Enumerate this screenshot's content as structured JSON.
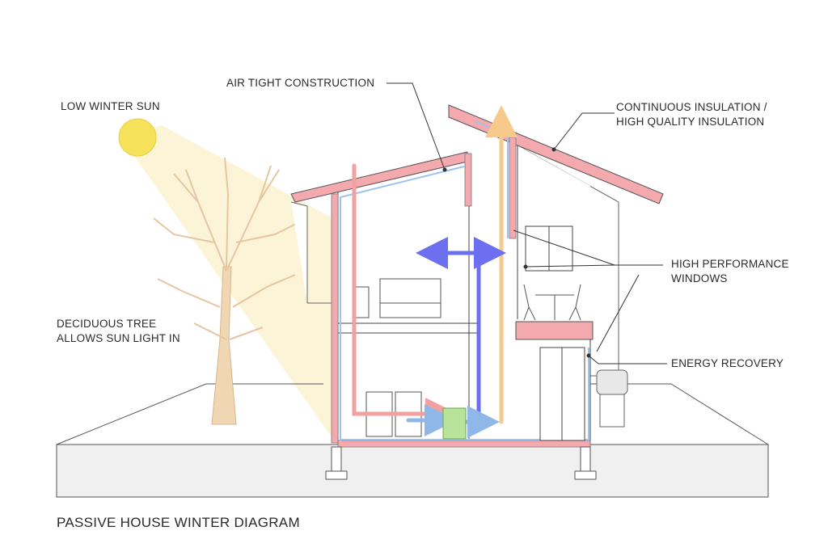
{
  "labels": {
    "low_winter_sun": "LOW WINTER SUN",
    "air_tight": "AIR TIGHT CONSTRUCTION",
    "continuous_insulation": "CONTINUOUS INSULATION /\nHIGH QUALITY INSULATION",
    "high_performance_windows": "HIGH PERFORMANCE\nWINDOWS",
    "deciduous_tree": "DECIDUOUS TREE\nALLOWS SUN LIGHT IN",
    "energy_recovery": "ENERGY RECOVERY"
  },
  "caption": "PASSIVE HOUSE WINTER DIAGRAM",
  "colors": {
    "sun": "#f5e15a",
    "sun_beam": "#fbf0c8",
    "warm_air": "#f2a0a0",
    "cold_air": "#8fb7e8",
    "supply_air": "#6b6ff0",
    "exhaust_air": "#f7c98b",
    "insulation": "#f3a9ad",
    "airtight_layer": "#9ec2ee",
    "erv_unit": "#b7e39b",
    "tree": "#f1d6b4"
  }
}
